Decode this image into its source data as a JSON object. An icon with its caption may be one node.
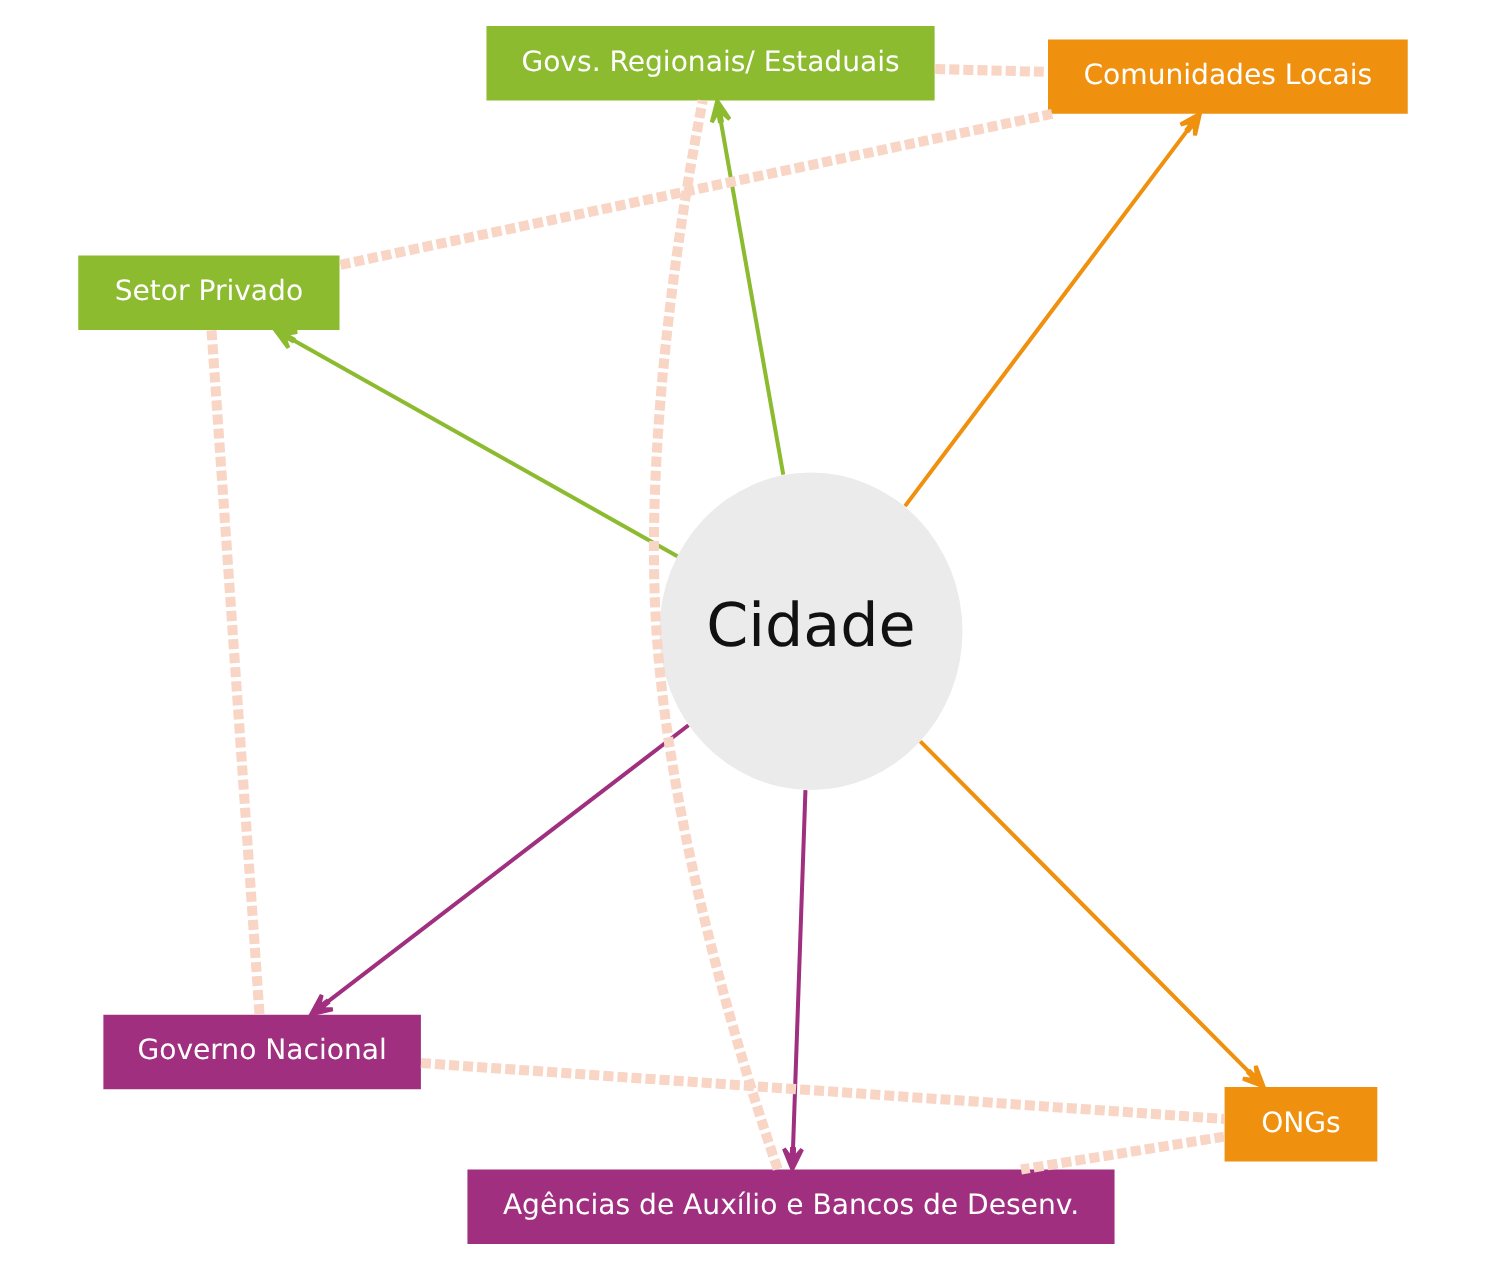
{
  "diagram": {
    "nodes": [
      {
        "text": [
          "Cidade"
        ]
      },
      {
        "text": [
          "ONGs"
        ]
      },
      {
        "text": [
          "Agências de Auxílio e Bancos de Desenv."
        ]
      },
      {
        "text": [
          "Govs. Regionais/ Estaduais"
        ]
      },
      {
        "text": [
          "Comunidades Locais"
        ]
      },
      {
        "text": [
          "Setor Privado"
        ]
      },
      {
        "text": [
          "Governo Nacional"
        ]
      }
    ],
    "edges": [
      {
        "from": 0,
        "to": 1,
        "arrow": "to",
        "color": "#f0900f"
      },
      {
        "from": 0,
        "to": 2,
        "arrow": "to",
        "color": "#a0307f"
      },
      {
        "from": 0,
        "to": 3,
        "arrow": "to",
        "color": "#8cbb30"
      },
      {
        "from": 0,
        "to": 4,
        "arrow": "to",
        "color": "#f0900f"
      },
      {
        "from": 0,
        "to": 5,
        "arrow": "to",
        "color": "#8cbb30"
      },
      {
        "from": 0,
        "to": 6,
        "arrow": "to",
        "color": "#a0307f"
      },
      {
        "from": 1,
        "to": 2,
        "arrow": "none",
        "style": "dashed",
        "color": "#f9d5c5"
      },
      {
        "from": 2,
        "to": 3,
        "arrow": "none",
        "style": "dashed",
        "color": "#f9d5c5"
      },
      {
        "from": 3,
        "to": 4,
        "arrow": "none",
        "style": "dashed",
        "color": "#f9d5c5"
      },
      {
        "from": 4,
        "to": 5,
        "arrow": "none",
        "style": "dashed",
        "color": "#f9d5c5"
      },
      {
        "from": 5,
        "to": 6,
        "arrow": "none",
        "style": "dashed",
        "color": "#f9d5c5"
      },
      {
        "from": 6,
        "to": 1,
        "arrow": "none",
        "style": "dashed",
        "color": "#f9d5c5"
      }
    ]
  }
}
